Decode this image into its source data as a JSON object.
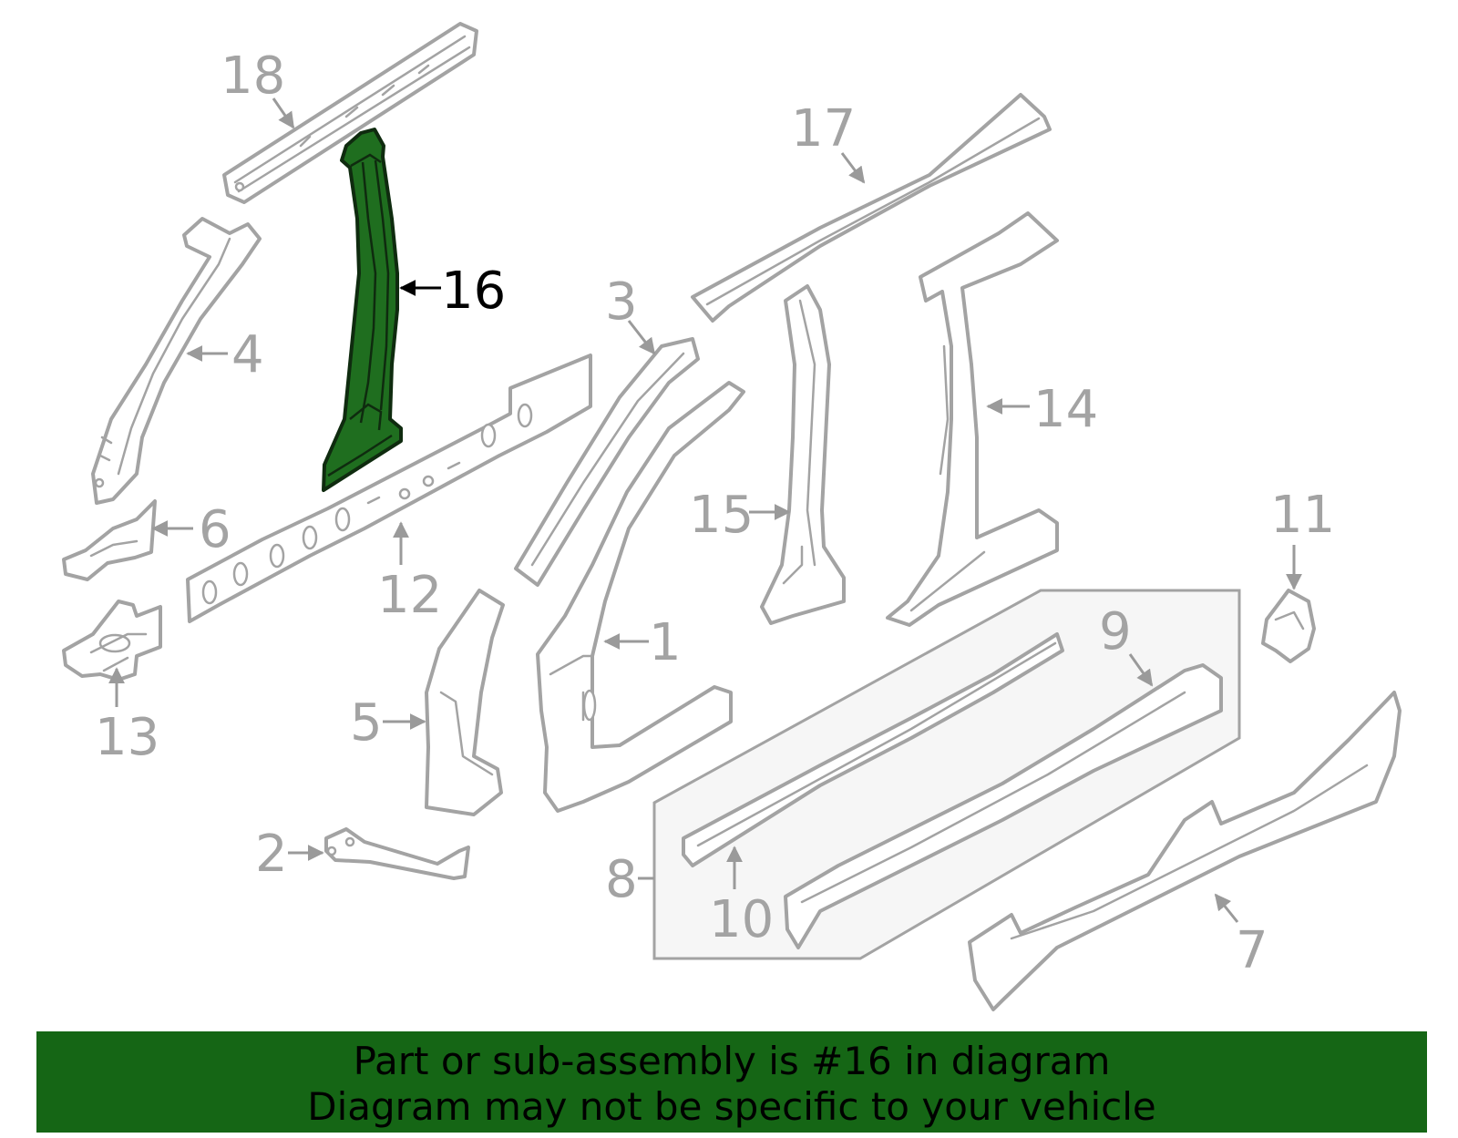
{
  "highlight_color": "#156615",
  "callouts": {
    "c1": "1",
    "c2": "2",
    "c3": "3",
    "c4": "4",
    "c5": "5",
    "c6": "6",
    "c7": "7",
    "c8": "8",
    "c9": "9",
    "c10": "10",
    "c11": "11",
    "c12": "12",
    "c13": "13",
    "c14": "14",
    "c15": "15",
    "c16": "16",
    "c17": "17",
    "c18": "18"
  },
  "banner": {
    "line1": "Part or sub-assembly is #16 in diagram",
    "line2": "Diagram may not be specific to your vehicle"
  }
}
